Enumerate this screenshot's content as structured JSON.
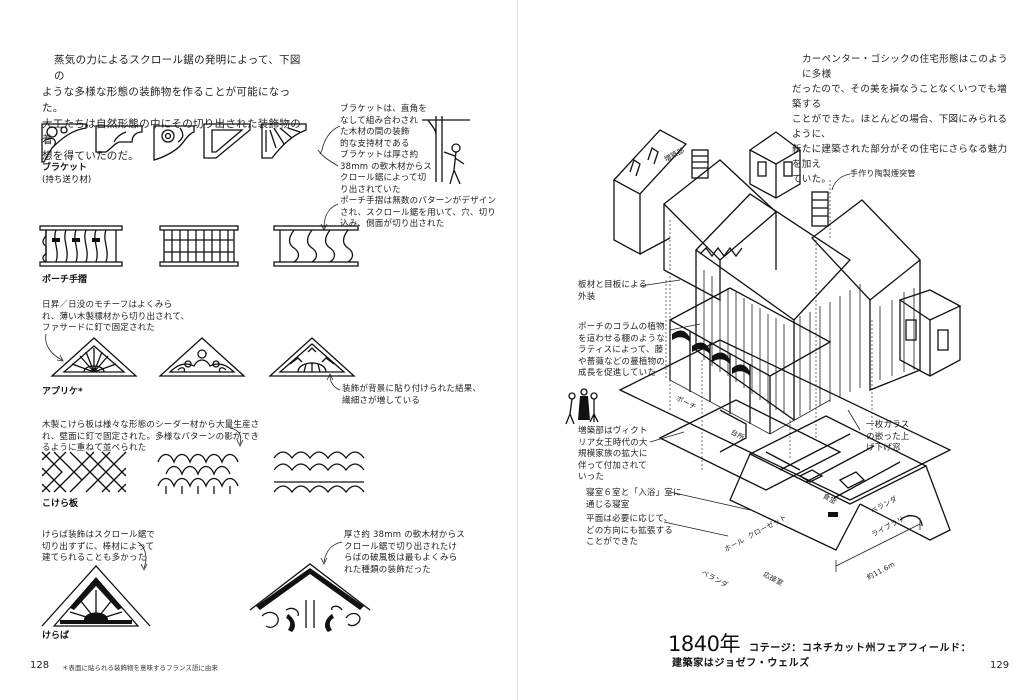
{
  "left_page": {
    "intro": [
      "蒸気の力によるスクロール鋸の発明によって、下図の",
      "ような多様な形態の装飾物を作ることが可能になった。",
      "大工たちは自然形態の中にその切り出された装飾物の着",
      "想を得ていたのだ。"
    ],
    "bracket_note": [
      "ブラケットは、直角を",
      "なして組み合わされ",
      "た木材の間の装飾",
      "的な支持材である"
    ],
    "bracket_note2": [
      "ブラケットは厚さ約",
      "38mm の軟木材からス",
      "クロール鋸によって切",
      "り出されていた"
    ],
    "bracket_caption": [
      "ブラケット",
      "(持ち送り材)"
    ],
    "porch_note": [
      "ポーチ手摺は無数のパターンがデザイン",
      "され、スクロール鋸を用いて、穴、切り",
      "込み、側面が切り出された"
    ],
    "porch_caption": "ポーチ手摺",
    "applique_note": [
      "日昇／日没のモチーフはよくみら",
      "れ、薄い木製標材から切り出されて、",
      "ファサードに釘で固定された"
    ],
    "applique_caption": "アプリケ*",
    "applique_note2": [
      "装飾が背景に貼り付けられた結果、",
      "繊細さが増している"
    ],
    "shingle_note": [
      "木製こけら板は様々な形態のシーダー材から大量生産さ",
      "れ、壁面に釘で固定された。多様なパターンの影ができ",
      "るように重ねて並べられた"
    ],
    "shingle_caption": "こけら板",
    "bargeboard_note": [
      "けらば装飾はスクロール鋸で",
      "切り出すずに、棒材によって",
      "建てられることも多かった"
    ],
    "bargeboard_note2": [
      "厚さ約 38mm の軟木材からス",
      "クロール鋸で切り出されたけ",
      "らばの破風板は最もよくみら",
      "れた種類の装飾だった"
    ],
    "bargeboard_caption": "けらば",
    "page_number": "128",
    "footnote": "＊表面に貼られる装飾物を意味するフランス語に由来"
  },
  "right_page": {
    "intro": [
      "カーペンター・ゴシックの住宅形態はこのように多様",
      "だったので、その美を損なうことなくいつでも増築する",
      "ことができた。ほとんどの場合、下図にみられるように、",
      "新たに建築された部分がその住宅にさらなる魅力を加え",
      "ていた。"
    ],
    "chimney_note": "手作り陶製煙突管",
    "board_note": [
      "板材と目板による",
      "外装"
    ],
    "porch_col_note": [
      "ポーチのコラムの植物",
      "を這わせる棚のような",
      "ラティスによって、藤",
      "や薔薇などの蔓植物の",
      "成長を促進していた"
    ],
    "addition_note": [
      "増築部はヴィクト",
      "リア女王時代の大",
      "規模家族の拡大に",
      "伴って付加されて",
      "いった"
    ],
    "bedroom_note": [
      "寝室６室と「入浴」室に",
      "通じる寝室"
    ],
    "plan_note": [
      "平面は必要に応じて、",
      "どの方向にも拡張する",
      "ことができた"
    ],
    "window_note": [
      "一枚ガラス",
      "の嵌った上",
      "げ下げ窓"
    ],
    "plan_labels": {
      "addition": "増築部",
      "porch": "ポーチ",
      "kitchen": "台所",
      "dining": "食堂",
      "library": "ライブラリー",
      "veranda": "ベランダ",
      "closet": "クローゼット",
      "hall": "ホール",
      "parlor": "応接室",
      "veranda2": "ベランダ",
      "dimension": "約11.6m"
    },
    "title_year": "1840年",
    "title_line1": "コテージ：コネチカット州フェアフィールド：",
    "title_line2": "建築家はジョゼフ・ウェルズ",
    "page_number": "129"
  }
}
